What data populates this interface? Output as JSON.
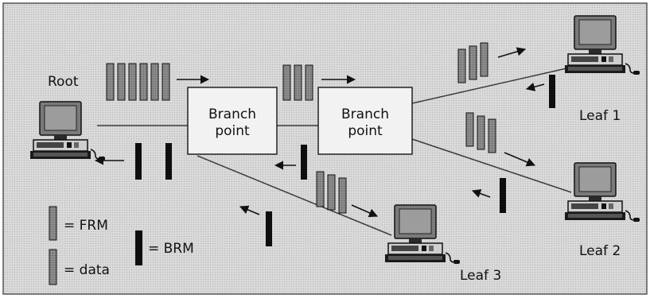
{
  "diagram": {
    "title": "",
    "nodes": {
      "root": "Root",
      "branch1": "Branch point",
      "branch2": "Branch point",
      "leaf1": "Leaf 1",
      "leaf2": "Leaf 2",
      "leaf3": "Leaf 3"
    },
    "legend": {
      "frm": "= FRM",
      "data": "= data",
      "brm": "= BRM"
    },
    "colors": {
      "panel": "#d7d7d7",
      "box": "#f2f2f2",
      "frm_cell": "#8a8a8a",
      "brm_cell": "#0e0e0e",
      "line": "#3c3c3c"
    }
  }
}
